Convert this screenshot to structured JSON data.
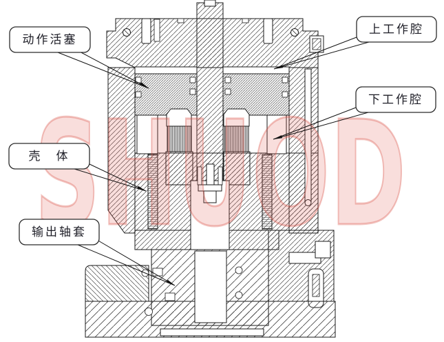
{
  "diagram": {
    "watermark": {
      "text": "SHUOD",
      "color": "#e05a50"
    },
    "callouts": [
      {
        "id": "action-piston",
        "label": "动作活塞"
      },
      {
        "id": "upper-working-chamber",
        "label": "上工作腔"
      },
      {
        "id": "lower-working-chamber",
        "label": "下工作腔"
      },
      {
        "id": "housing",
        "label": "壳　体"
      },
      {
        "id": "output-shaft-sleeve",
        "label": "输出轴套"
      }
    ]
  }
}
